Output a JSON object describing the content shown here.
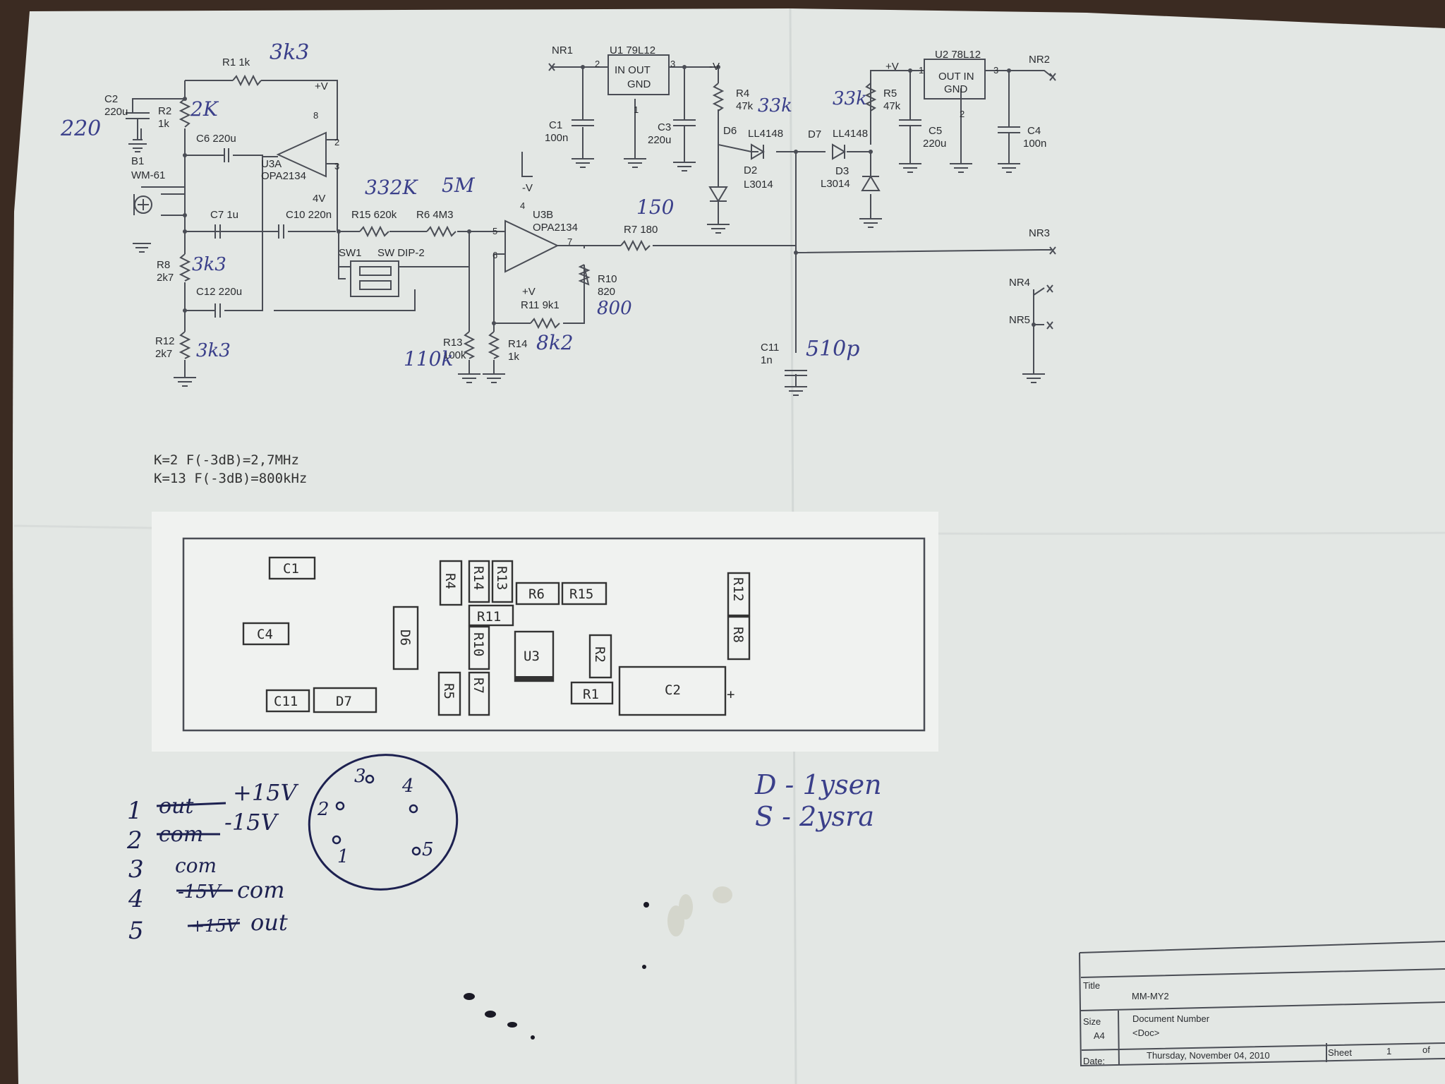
{
  "schematic": {
    "labels": {
      "r1": "R1  1k",
      "r2": "R2",
      "r2v": "1k",
      "c2": "C2",
      "c2v": "220u",
      "b1": "B1",
      "b1v": "WM-61",
      "c6": "C6  220u",
      "u3a": "U3A",
      "u3av": "OPA2134",
      "c7": "C7   1u",
      "c10": "C10  220n",
      "r15": "R15  620k",
      "r6": "R6   4M3",
      "sw1": "SW1",
      "sw1v": "SW DIP-2",
      "r8": "R8",
      "r8v": "2k7",
      "c12": "C12  220u",
      "r12": "R12",
      "r12v": "2k7",
      "u3b": "U3B",
      "u3bv": "OPA2134",
      "r10": "R10",
      "r10v": "820",
      "r11": "R11  9k1",
      "r13": "R13",
      "r13v": "100k",
      "r14": "R14",
      "r14v": "1k",
      "r7": "R7   180",
      "c11": "C11",
      "c11v": "1n",
      "nr1": "NR1",
      "nr2": "NR2",
      "nr3": "NR3",
      "nr4": "NR4",
      "nr5": "NR5",
      "u1": "U1   79L12",
      "u1in": "IN OUT",
      "u1gnd": "GND",
      "u2": "U2   78L12",
      "u2in": "OUT IN",
      "u2gnd": "GND",
      "c1": "C1",
      "c1v": "100n",
      "c3": "C3",
      "c3v": "220u",
      "r4": "R4",
      "r4v": "47k",
      "d6": "D6",
      "d6v": "LL4148",
      "d2": "D2",
      "d2v": "L3014",
      "d7": "D7",
      "d7v": "LL4148",
      "d3": "D3",
      "d3v": "L3014",
      "r5": "R5",
      "r5v": "47k",
      "c5": "C5",
      "c5v": "220u",
      "c4": "C4",
      "c4v": "100n",
      "vplus1": "+V",
      "vplus2": "+V",
      "vminus1": "-V",
      "vminus2": "-V",
      "vplus3": "+V",
      "vminus3": "4V",
      "pin2": "2",
      "pin3": "3",
      "pin1": "1",
      "pin8": "8",
      "pin7": "7",
      "pin5": "5",
      "pin6": "6",
      "pin4": "4"
    },
    "notes": [
      "K=2    F(-3dB)=2,7MHz",
      "K=13   F(-3dB)=800kHz"
    ],
    "handwritten": {
      "h_c2": "220",
      "h_r1": "3k3",
      "h_r2": "2K",
      "h_r15r6a": "332K",
      "h_r15r6b": "5M",
      "h_r7": "150",
      "h_r4": "33k",
      "h_r5": "33k",
      "h_r8": "3k3",
      "h_r12": "3k3",
      "h_r10": "800",
      "h_r11": "8k2",
      "h_r13": "110k",
      "h_c11": "510p"
    }
  },
  "pcb": {
    "parts": [
      "C1",
      "C4",
      "C11",
      "D7",
      "D6",
      "R4",
      "R14",
      "R13",
      "R6",
      "R15",
      "R11",
      "R10",
      "R7",
      "R5",
      "U3",
      "R2",
      "R1",
      "C2",
      "R12",
      "R8"
    ],
    "plus": "+"
  },
  "handnotes": {
    "pins": [
      {
        "num": "1",
        "crossed": "out",
        "text": "+15V"
      },
      {
        "num": "2",
        "crossed": "com",
        "text": "-15V"
      },
      {
        "num": "3",
        "crossed": "",
        "text": "com"
      },
      {
        "num": "4",
        "crossed": "-15V",
        "text": "com"
      },
      {
        "num": "5",
        "crossed": "+15V",
        "text": "out"
      }
    ],
    "connector": [
      "3",
      "4",
      "2",
      "5",
      "1"
    ],
    "legend": [
      "D - 1ysen",
      "S - 2ysra"
    ]
  },
  "titleblock": {
    "title_label": "Title",
    "title": "MM-MY2",
    "size_label": "Size",
    "size": "A4",
    "docnum_label": "Document Number",
    "docnum": "<Doc>",
    "date_label": "Date:",
    "date": "Thursday, November 04, 2010",
    "sheet_label": "Sheet",
    "sheet": "1",
    "of_label": "of"
  }
}
